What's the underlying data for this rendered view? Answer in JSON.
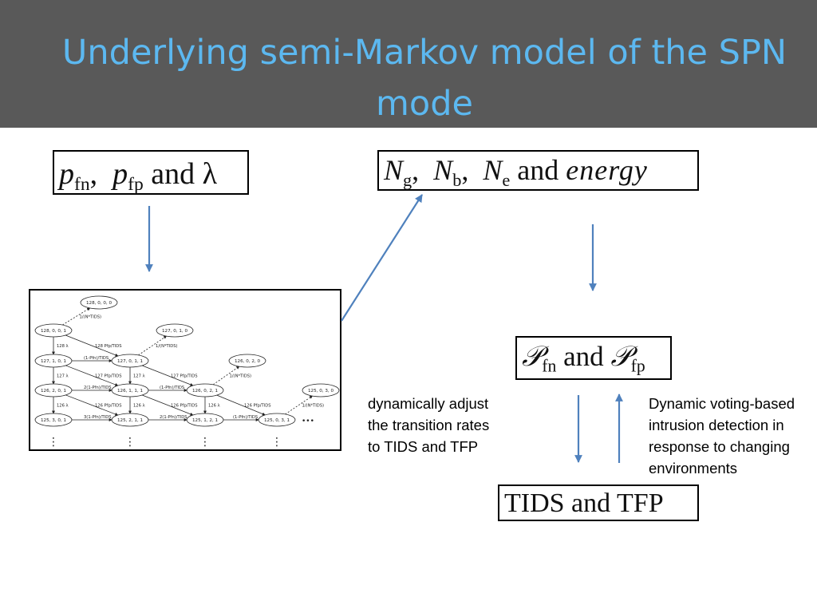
{
  "title": "Underlying semi-Markov model of the SPN mode",
  "boxes": {
    "p": {
      "p1": "p",
      "sub1": "fn",
      "comma": ",",
      "p2": "p",
      "sub2": "fp",
      "and": "and",
      "lambda": "λ"
    },
    "n": {
      "n1": "N",
      "sub1": "g",
      "c1": ",",
      "n2": "N",
      "sub2": "b",
      "c2": ",",
      "n3": "N",
      "sub3": "e",
      "and": "and",
      "energy": "energy"
    },
    "cal": {
      "p1": "𝒫",
      "sub1": "fn",
      "and": "and",
      "p2": "𝒫",
      "sub2": "fp"
    },
    "tids": {
      "text": "TIDS and TFP"
    }
  },
  "notes": {
    "left": "dynamically adjust\nthe transition rates\nto TIDS and TFP",
    "right": "Dynamic voting-based\nintrusion detection in\nresponse to changing\nenvironments"
  },
  "colors": {
    "header_bg": "#595959",
    "title": "#5cb8f0",
    "arrow": "#4f81bd"
  },
  "markov": {
    "states": [
      {
        "id": "s0",
        "label": "128, 0, 0, 0"
      },
      {
        "id": "s1",
        "label": "128, 0, 0, 1"
      },
      {
        "id": "s2",
        "label": "127, 0, 1, 0"
      },
      {
        "id": "s3",
        "label": "127, 1, 0, 1"
      },
      {
        "id": "s4",
        "label": "127, 0, 1, 1"
      },
      {
        "id": "s5",
        "label": "126, 0, 2, 0"
      },
      {
        "id": "s6",
        "label": "126, 2, 0, 1"
      },
      {
        "id": "s7",
        "label": "126, 1, 1, 1"
      },
      {
        "id": "s8",
        "label": "126, 0, 2, 1"
      },
      {
        "id": "s9",
        "label": "125, 0, 3, 0"
      },
      {
        "id": "s10",
        "label": "125, 3, 0, 1"
      },
      {
        "id": "s11",
        "label": "125, 2, 1, 1"
      },
      {
        "id": "s12",
        "label": "125, 1, 2, 1"
      },
      {
        "id": "s13",
        "label": "125, 0, 3, 1"
      }
    ],
    "transitions": [
      {
        "from": "s1",
        "to": "s0",
        "label": "1/(N*TIDS)",
        "dashed": true
      },
      {
        "from": "s1",
        "to": "s3",
        "label": "128 λ"
      },
      {
        "from": "s1",
        "to": "s4",
        "label": "128 Pfp/TIDS"
      },
      {
        "from": "s4",
        "to": "s2",
        "label": "1/(N*TIDS)",
        "dashed": true
      },
      {
        "from": "s3",
        "to": "s4",
        "label": "(1-Pfn)/TIDS"
      },
      {
        "from": "s3",
        "to": "s6",
        "label": "127 λ"
      },
      {
        "from": "s3",
        "to": "s7",
        "label": "127 Pfp/TIDS"
      },
      {
        "from": "s4",
        "to": "s7",
        "label": "127 λ"
      },
      {
        "from": "s4",
        "to": "s8",
        "label": "127 Pfp/TIDS"
      },
      {
        "from": "s8",
        "to": "s5",
        "label": "1/(N*TIDS)",
        "dashed": true
      },
      {
        "from": "s6",
        "to": "s7",
        "label": "2(1-Pfn)/TIDS"
      },
      {
        "from": "s7",
        "to": "s8",
        "label": "(1-Pfn)/TIDS"
      },
      {
        "from": "s6",
        "to": "s10",
        "label": "126 λ"
      },
      {
        "from": "s6",
        "to": "s11",
        "label": "126 Pfp/TIDS"
      },
      {
        "from": "s7",
        "to": "s11",
        "label": "126 λ"
      },
      {
        "from": "s7",
        "to": "s12",
        "label": "126 Pfp/TIDS"
      },
      {
        "from": "s8",
        "to": "s12",
        "label": "126 λ"
      },
      {
        "from": "s8",
        "to": "s13",
        "label": "126 Pfp/TIDS"
      },
      {
        "from": "s13",
        "to": "s9",
        "label": "1/(N*TIDS)",
        "dashed": true
      },
      {
        "from": "s10",
        "to": "s11",
        "label": "3(1-Pfn)/TIDS"
      },
      {
        "from": "s11",
        "to": "s12",
        "label": "2(1-Pfn)/TIDS"
      },
      {
        "from": "s12",
        "to": "s13",
        "label": "(1-Pfn)/TIDS"
      }
    ],
    "ellipsis": "•••",
    "vdots": "⋮"
  }
}
